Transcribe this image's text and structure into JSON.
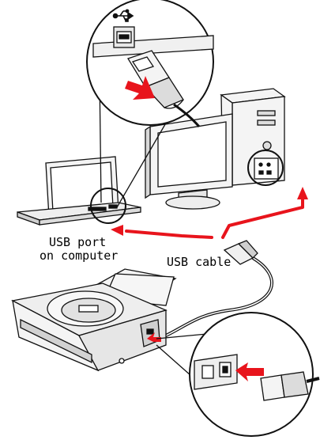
{
  "colors": {
    "accent": "#e8141c",
    "line": "#111111",
    "device_fill": "#f4f4f4",
    "shade": "#c9c9c9",
    "screen": "#ffffff"
  },
  "labels": {
    "usb_port_line1": "USB port",
    "usb_port_line2": "on computer",
    "usb_cable": "USB cable"
  },
  "icons": {
    "usb_symbol": "usb-icon",
    "insert_arrow_top": "insert-arrow-icon",
    "insert_arrow_bottom": "insert-arrow-icon"
  }
}
